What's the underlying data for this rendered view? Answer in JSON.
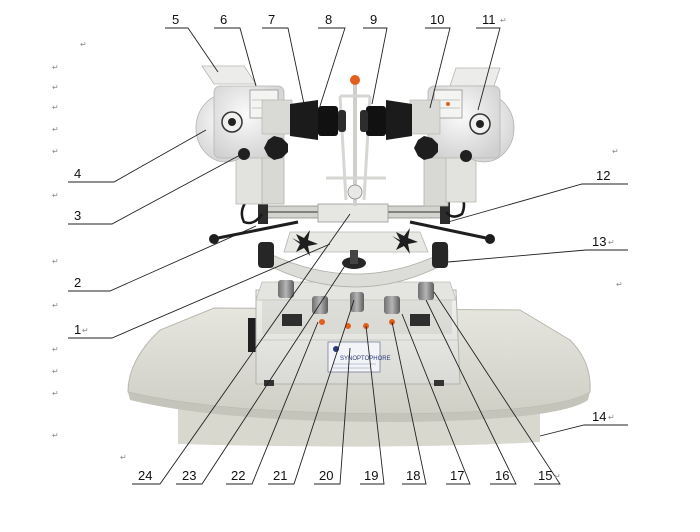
{
  "figure": {
    "labels": [
      "1",
      "2",
      "3",
      "4",
      "5",
      "6",
      "7",
      "8",
      "9",
      "10",
      "11",
      "12",
      "13",
      "14",
      "15",
      "16",
      "17",
      "18",
      "19",
      "20",
      "21",
      "22",
      "23",
      "24"
    ],
    "return_mark": "↵",
    "device_plate": {
      "title": "SYNOPTOPHORE"
    },
    "colors": {
      "device_body": "#e9e9e6",
      "table": "#ddddd4",
      "eyepiece": "#1a1a1a",
      "knob": "#2b2b2b",
      "accent": "#e2601d"
    }
  }
}
